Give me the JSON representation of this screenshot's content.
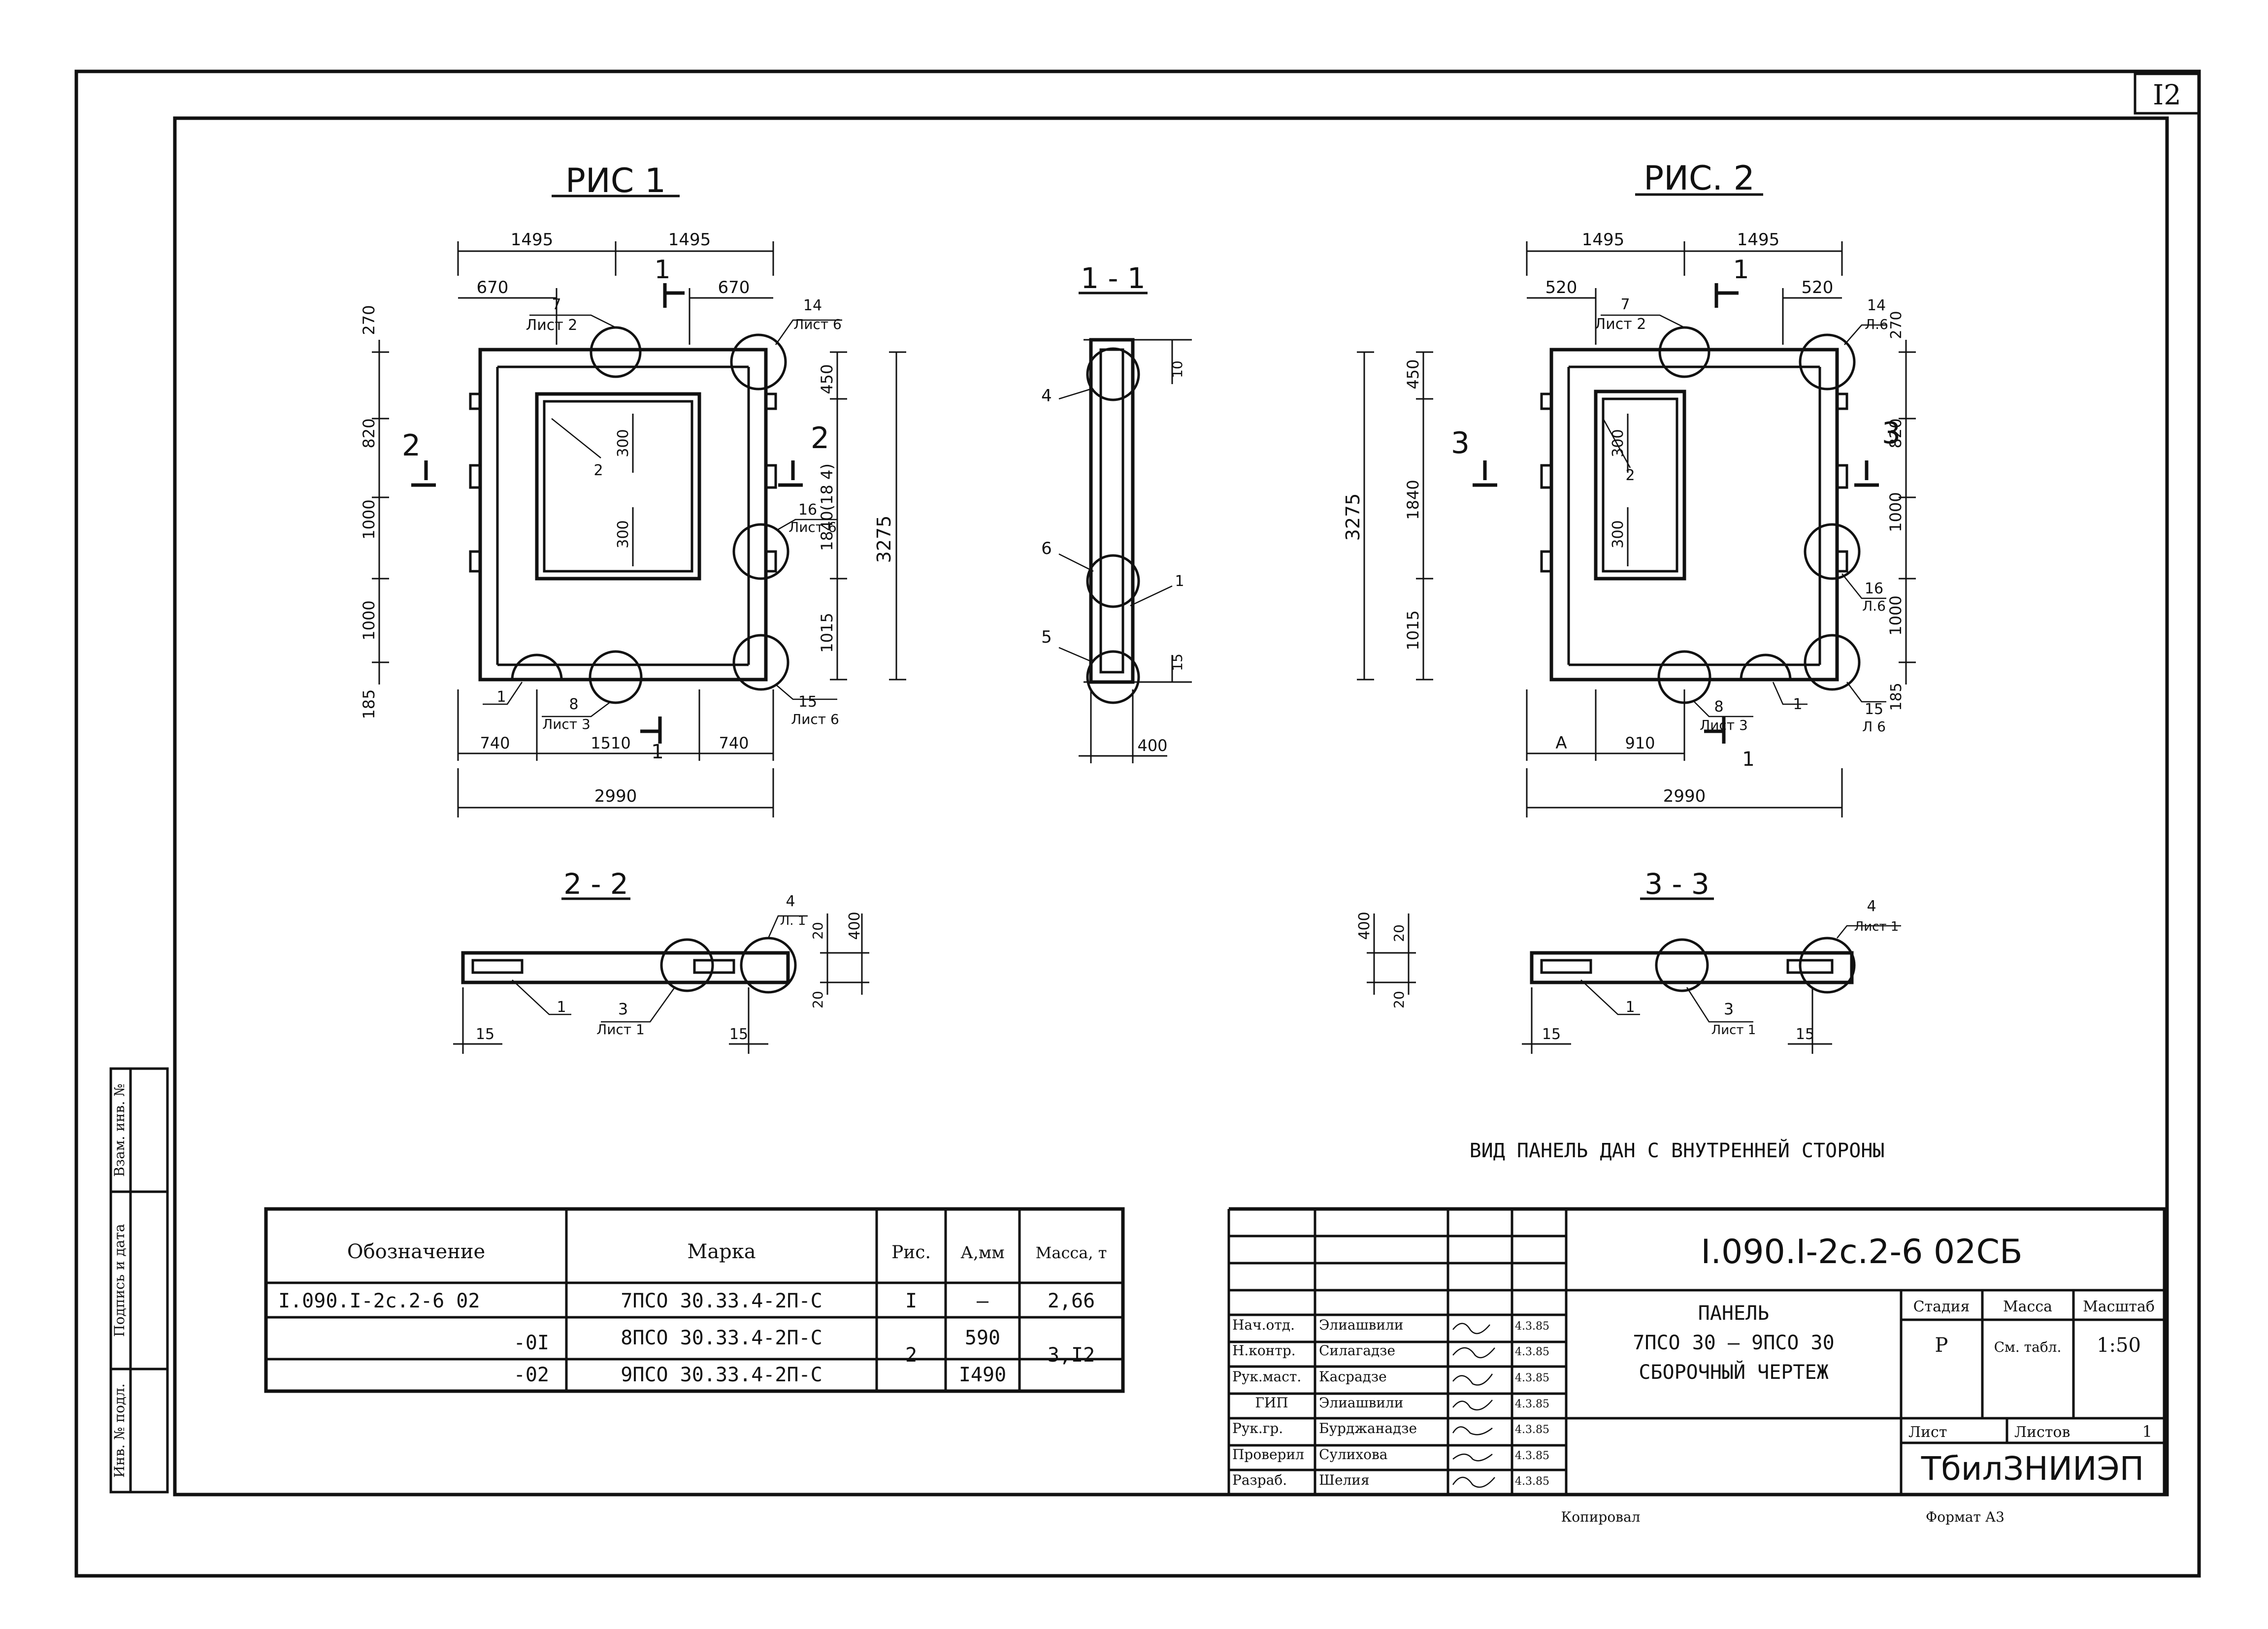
{
  "sheet_number": "I2",
  "figures": {
    "fig1_title": "РИС 1",
    "fig2_title": "РИС. 2",
    "sec11_title": "1 - 1",
    "sec22_title": "2 - 2",
    "sec33_title": "3 - 3"
  },
  "fig1": {
    "dim_top_left": "1495",
    "dim_top_right": "1495",
    "dim_670_left": "670",
    "dim_670_right": "670",
    "dim_270": "270",
    "dim_820": "820",
    "dim_1000a": "1000",
    "dim_1000b": "1000",
    "dim_185": "185",
    "dim_450": "450",
    "dim_1840": "1840(18 4)",
    "dim_1015": "1015",
    "dim_3275": "3275",
    "dim_740_left": "740",
    "dim_1510": "1510",
    "dim_740_right": "740",
    "dim_2990": "2990",
    "dim_300a": "300",
    "dim_300b": "300",
    "call_7": "7",
    "call_7_sheet": "Лист 2",
    "call_14": "14",
    "call_14_sheet": "Лист 6",
    "call_16": "16",
    "call_16_sheet": "Лист 6",
    "call_15": "15",
    "call_15_sheet": "Лист 6",
    "call_8": "8",
    "call_8_sheet": "Лист 3",
    "call_1": "1",
    "call_2": "2",
    "cut_1_top": "1",
    "cut_1_bottom": "1",
    "cut_2_left": "2",
    "cut_2_right": "2"
  },
  "fig2": {
    "dim_top_left": "1495",
    "dim_top_right": "1495",
    "dim_520_left": "520",
    "dim_520_right": "520",
    "dim_270": "270",
    "dim_820": "820",
    "dim_1000a": "1000",
    "dim_1000b": "1000",
    "dim_185": "185",
    "dim_450": "450",
    "dim_1840": "1840",
    "dim_1015": "1015",
    "dim_3275": "3275",
    "dim_A": "A",
    "dim_910": "910",
    "dim_2990": "2990",
    "dim_300a": "300",
    "dim_300b": "300",
    "call_7": "7",
    "call_7_sheet": "Лист 2",
    "call_14": "14",
    "call_14_sheet": "Л.6",
    "call_16": "16",
    "call_16_sheet": "Л.6",
    "call_15": "15",
    "call_15_sheet": "Л 6",
    "call_8": "8",
    "call_8_sheet": "Лист 3",
    "call_1": "1",
    "call_2": "2",
    "cut_1_top": "1",
    "cut_1_bottom": "1",
    "cut_3_left": "3",
    "cut_3_right": "3"
  },
  "sec11": {
    "call_4": "4",
    "call_6": "6",
    "call_5": "5",
    "call_1": "1",
    "dim_10": "10",
    "dim_15": "15",
    "dim_400": "400"
  },
  "sec22": {
    "call_1": "1",
    "call_3": "3",
    "call_3_sheet": "Лист 1",
    "call_4": "4",
    "call_4_sheet": "Л. 1",
    "dim_20a": "20",
    "dim_20b": "20",
    "dim_400": "400",
    "dim_15a": "15",
    "dim_15b": "15"
  },
  "sec33": {
    "call_1": "1",
    "call_3": "3",
    "call_3_sheet": "Лист 1",
    "call_4": "4",
    "call_4_sheet": "Лист 1",
    "dim_400": "400",
    "dim_20a": "20",
    "dim_20b": "20",
    "dim_15a": "15",
    "dim_15b": "15"
  },
  "note": "ВИД ПАНЕЛЬ ДАН С ВНУТРЕННЕЙ СТОРОНЫ",
  "spec_table": {
    "headers": [
      "Обозначение",
      "Марка",
      "Рис.",
      "А,мм",
      "Масса, т"
    ],
    "rows": [
      {
        "designation": "I.090.I-2с.2-6 02",
        "mark": "7ПСО 30.33.4-2П-С",
        "fig": "I",
        "a": "–",
        "mass": "2,66"
      },
      {
        "designation": "-0I",
        "mark": "8ПСО 30.33.4-2П-С",
        "fig": "2",
        "a": "590",
        "mass": "3,I2"
      },
      {
        "designation": "-02",
        "mark": "9ПСО 30.33.4-2П-С",
        "fig": "",
        "a": "I490",
        "mass": ""
      }
    ]
  },
  "side_stamp": {
    "row1": "Взам. инв. №",
    "row2": "Подпись и дата",
    "row3": "Инв. № подл."
  },
  "title_block": {
    "code": "I.090.I-2с.2-6 02СБ",
    "name_line1": "ПАНЕЛЬ",
    "name_line2": "7ПСО 30 – 9ПСО 30",
    "name_line3": "СБОРОЧНЫЙ ЧЕРТЕЖ",
    "stage_header": "Стадия",
    "mass_header": "Масса",
    "scale_header": "Масштаб",
    "stage": "Р",
    "mass": "См. табл.",
    "scale": "1:50",
    "sheet_label": "Лист",
    "sheets_label": "Листов",
    "sheets_value": "1",
    "org": "ТбилЗНИИЭП",
    "people": [
      {
        "role": "Нач.отд.",
        "name": "Элиашвили",
        "date": "4.3.85"
      },
      {
        "role": "Н.контр.",
        "name": "Силагадзе",
        "date": "4.3.85"
      },
      {
        "role": "Рук.маст.",
        "name": "Касрадзе",
        "date": "4.3.85"
      },
      {
        "role": "ГИП",
        "name": "Элиашвили",
        "date": "4.3.85"
      },
      {
        "role": "Рук.гр.",
        "name": "Бурджанадзе",
        "date": "4.3.85"
      },
      {
        "role": "Проверил",
        "name": "Сулихова",
        "date": "4.3.85"
      },
      {
        "role": "Разраб.",
        "name": "Шелия",
        "date": "4.3.85"
      }
    ]
  },
  "footer": {
    "copied": "Копировал",
    "format": "Формат А3"
  }
}
